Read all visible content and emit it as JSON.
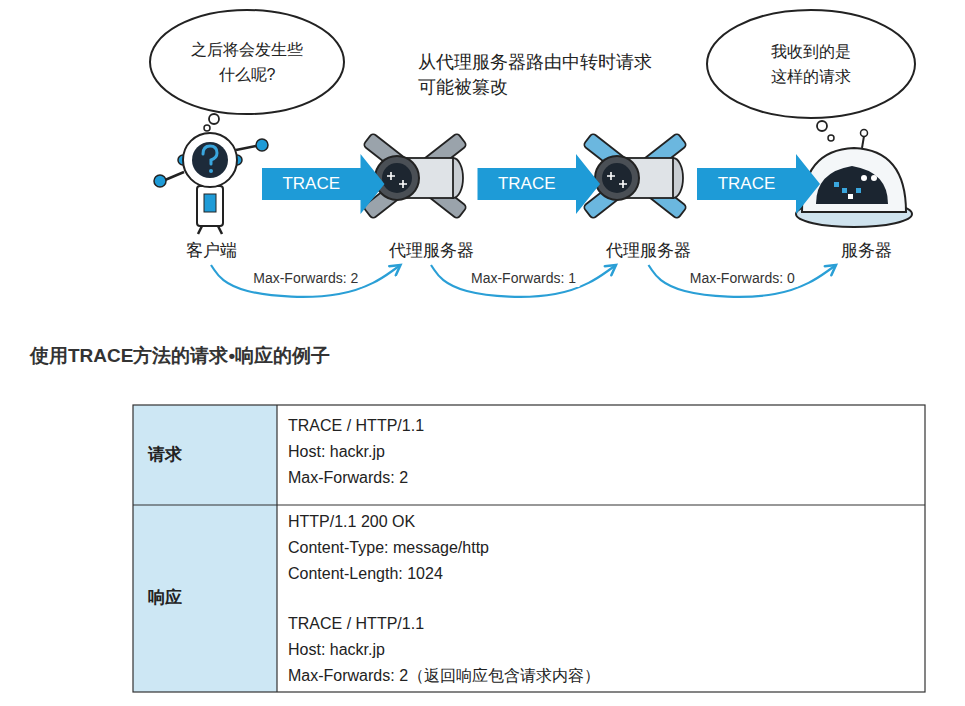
{
  "diagram": {
    "title": "使用TRACE方法的请求•响应的例子",
    "nodes": [
      {
        "text": [
          "之后将会发生些 什么呢?"
        ]
      },
      {
        "text": [
          "我收到的是 这样的请求"
        ]
      },
      {
        "text": [
          "客户端"
        ]
      },
      {
        "text": [
          "代理服务器"
        ]
      },
      {
        "text": [
          "代理服务器"
        ]
      },
      {
        "text": [
          "服务器"
        ]
      }
    ],
    "edges": [
      {
        "from": 2,
        "to": 3,
        "label": "TRACE",
        "arrow": "to"
      },
      {
        "from": 3,
        "to": 4,
        "label": "TRACE",
        "arrow": "to"
      },
      {
        "from": 4,
        "to": 5,
        "label": "TRACE",
        "arrow": "to"
      },
      {
        "from": 2,
        "to": 3,
        "label": "Max-Forwards: 2",
        "arrow": "to"
      },
      {
        "from": 3,
        "to": 4,
        "label": "Max-Forwards: 1",
        "arrow": "to"
      },
      {
        "from": 4,
        "to": 5,
        "label": "Max-Forwards: 0",
        "arrow": "to"
      }
    ],
    "labels": [
      "从代理服务器路由中转时请求 可能被篡改",
      "请求",
      "TRACE / HTTP/1.1",
      "Host: hackr.jp",
      "Max-Forwards: 2",
      "响应",
      "HTTP/1.1 200 OK",
      "Content-Type: message/http",
      "Content-Length: 1024",
      "TRACE / HTTP/1.1",
      "Host: hackr.jp",
      "Max-Forwards: 2（返回响应包含请求内容）"
    ]
  }
}
